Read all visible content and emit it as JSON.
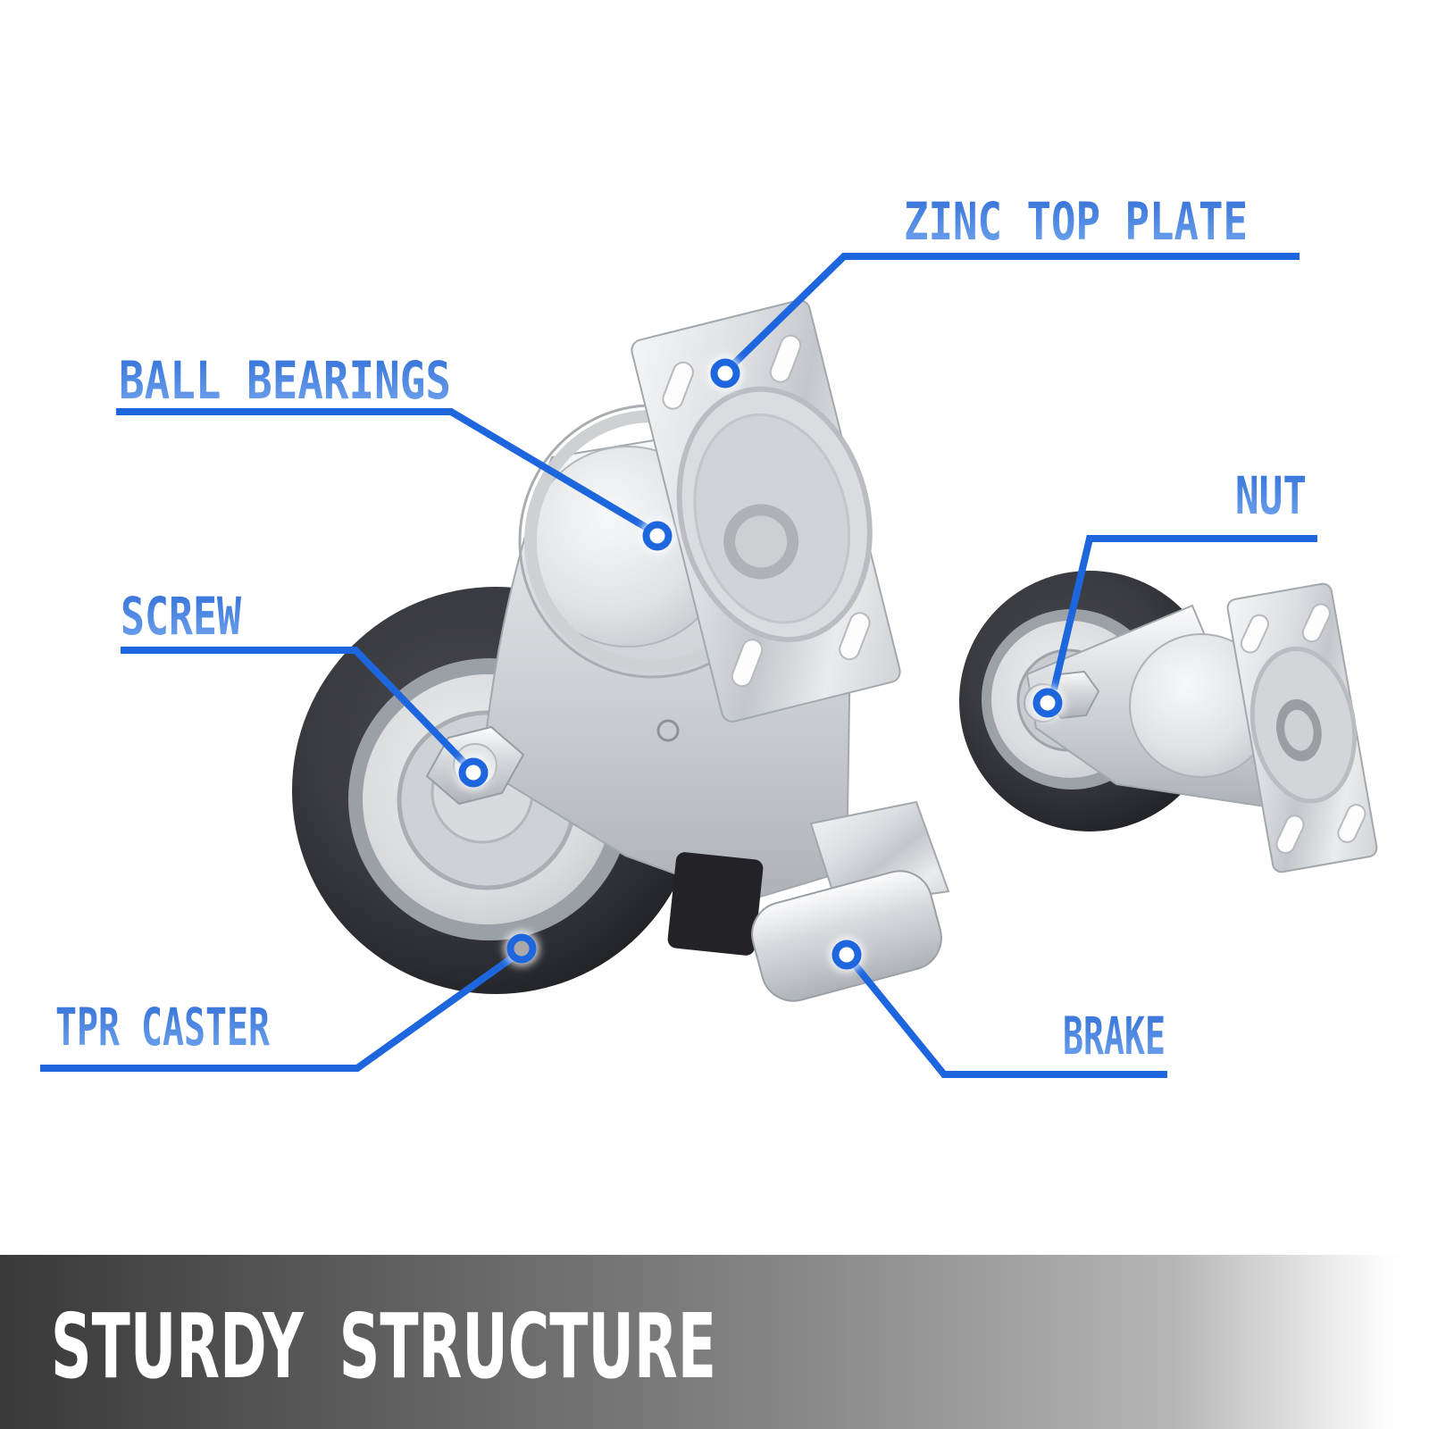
{
  "diagram": {
    "type": "product-feature-callouts",
    "subject": "swivel caster wheels with brake",
    "callouts": {
      "zinc_top_plate": {
        "label": "ZINC TOP PLATE"
      },
      "ball_bearings": {
        "label": "BALL BEARINGS"
      },
      "nut": {
        "label": "NUT"
      },
      "screw": {
        "label": "SCREW"
      },
      "tpr_caster": {
        "label": "TPR CASTER"
      },
      "brake": {
        "label": "BRAKE"
      }
    },
    "banner": {
      "title": "STURDY STRUCTURE"
    },
    "colors": {
      "accent_blue": "#1e66dd",
      "label_gradient_top": "#2f6ed6",
      "label_gradient_bottom": "#74a7ef",
      "banner_gradient_left": "#3a3a3a",
      "banner_gradient_right": "#ffffff",
      "banner_text": "#ffffff",
      "tire_charcoal": "#2b2c31",
      "metal_silver": "#d9dcdf",
      "background": "#ffffff"
    }
  }
}
